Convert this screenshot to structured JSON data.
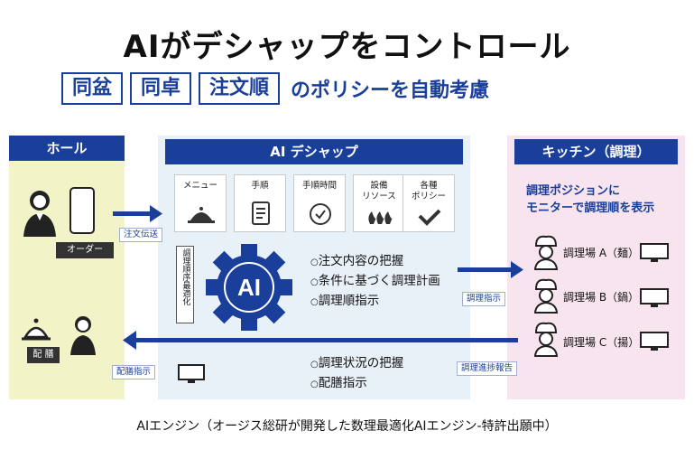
{
  "title": "AIがデシャップをコントロール",
  "subtitle": {
    "tags": [
      "同盆",
      "同卓",
      "注文順"
    ],
    "text": "のポリシーを自動考慮"
  },
  "hall": {
    "header": "ホール",
    "order_label": "オーダー",
    "serve_label": "配 膳"
  },
  "deshap": {
    "header": "AI デシャップ",
    "cards": [
      "メニュー",
      "手順",
      "手順時間",
      "設備\nリソース",
      "各種\nポリシー"
    ],
    "vertical_label": "調理順序最適化",
    "ai_label": "AI",
    "items_top": [
      "注文内容の把握",
      "条件に基づく調理計画",
      "調理順指示"
    ],
    "items_bottom": [
      "調理状況の把握",
      "配膳指示"
    ]
  },
  "kitchen": {
    "header": "キッチン（調理）",
    "description": "調理ポジションに\nモニターで調理順を表示",
    "stations": [
      "調理場 A（麺）",
      "調理場 B（鍋）",
      "調理場 C（揚）"
    ]
  },
  "labels": {
    "order_transfer": "注文伝送",
    "cook_instruction": "調理指示",
    "serve_instruction": "配膳指示",
    "progress_report": "調理進捗報告"
  },
  "footer": "AIエンジン（オージス総研が開発した数理最適化AIエンジン-特許出願中）",
  "colors": {
    "accent": "#1a3f9b",
    "hall_bg": "#f3f3c8",
    "deshap_bg": "#e8f0f8",
    "kitchen_bg": "#f8e4ee"
  }
}
